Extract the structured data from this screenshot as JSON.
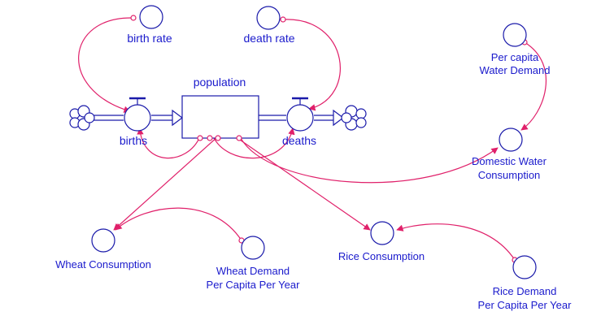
{
  "colors": {
    "node": "#1a1aaa",
    "link": "#e0206a",
    "label": "#1a1acc",
    "pipe": "#1a1aaa"
  },
  "diagram": {
    "stock": {
      "label": "population"
    },
    "flows": {
      "births": {
        "label": "births"
      },
      "deaths": {
        "label": "deaths"
      }
    },
    "clouds": {
      "source": "cloud-icon",
      "sink": "cloud-icon"
    },
    "variables": {
      "birth_rate": {
        "label": "birth rate"
      },
      "death_rate": {
        "label": "death rate"
      },
      "per_capita_water_demand": {
        "line1": "Per capita",
        "line2": "Water Demand"
      },
      "domestic_water_consumption": {
        "line1": "Domestic Water",
        "line2": "Consumption"
      },
      "wheat_consumption": {
        "label": "Wheat Consumption"
      },
      "wheat_demand": {
        "line1": "Wheat Demand",
        "line2": "Per Capita Per Year"
      },
      "rice_consumption": {
        "label": "Rice Consumption"
      },
      "rice_demand": {
        "line1": "Rice Demand",
        "line2": "Per Capita Per Year"
      }
    }
  }
}
